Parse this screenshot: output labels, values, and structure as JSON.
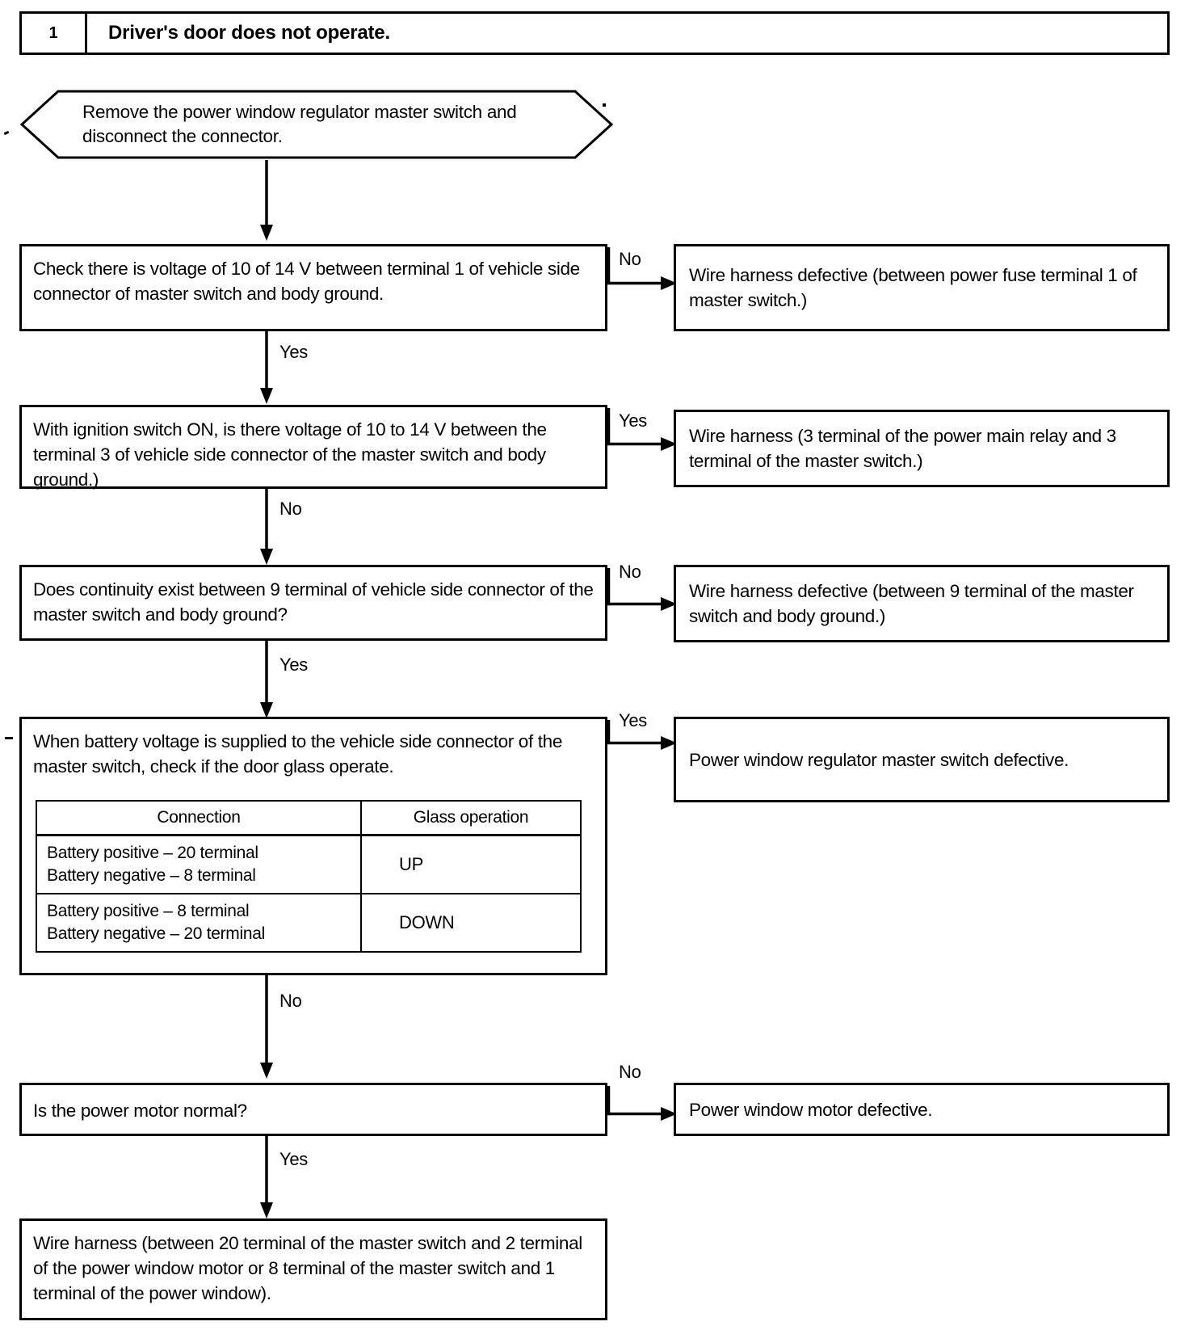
{
  "header": {
    "number": "1",
    "title": "Driver's door does not operate."
  },
  "start_node": {
    "shape": "hexagon",
    "text": "Remove the power window regulator master switch and disconnect the connector."
  },
  "steps": [
    {
      "id": "step-1",
      "question": "Check there is voltage of 10 of 14 V between terminal 1 of vehicle side connector of master switch and body ground.",
      "branch_label": "No",
      "result": "Wire harness defective (between power fuse terminal 1 of master switch.)",
      "continue_label": "Yes"
    },
    {
      "id": "step-2",
      "question": "With ignition switch ON, is there voltage of 10 to 14 V between the terminal 3 of vehicle side connector of the master switch and body ground.)",
      "branch_label": "Yes",
      "result": "Wire harness (3 terminal of the power main relay and 3 terminal of the master switch.)",
      "continue_label": "No"
    },
    {
      "id": "step-3",
      "question": "Does continuity exist between 9 terminal of vehicle side connector of the master switch and body ground?",
      "branch_label": "No",
      "result": "Wire harness defective (between 9 terminal of the master switch and body ground.)",
      "continue_label": "Yes"
    },
    {
      "id": "step-4",
      "question": "When battery voltage is supplied to the vehicle side connector of the master switch, check if the door glass operate.",
      "branch_label": "Yes",
      "result": "Power window regulator master switch defective.",
      "continue_label": "No"
    },
    {
      "id": "step-5",
      "question": "Is the power motor normal?",
      "branch_label": "No",
      "result": "Power window motor defective.",
      "continue_label": "Yes"
    }
  ],
  "glass_table": {
    "headers": [
      "Connection",
      "Glass operation"
    ],
    "rows": [
      {
        "connection_line1": "Battery positive – 20 terminal",
        "connection_line2": "Battery negative – 8 terminal",
        "operation": "UP"
      },
      {
        "connection_line1": "Battery positive – 8 terminal",
        "connection_line2": "Battery negative – 20 terminal",
        "operation": "DOWN"
      }
    ]
  },
  "final_box": {
    "text": "Wire harness (between 20 terminal of the master switch and 2 terminal of the power window motor or 8 terminal of the master switch and 1 terminal of the power window)."
  },
  "colors": {
    "ink": "#000000",
    "paper": "#ffffff"
  }
}
